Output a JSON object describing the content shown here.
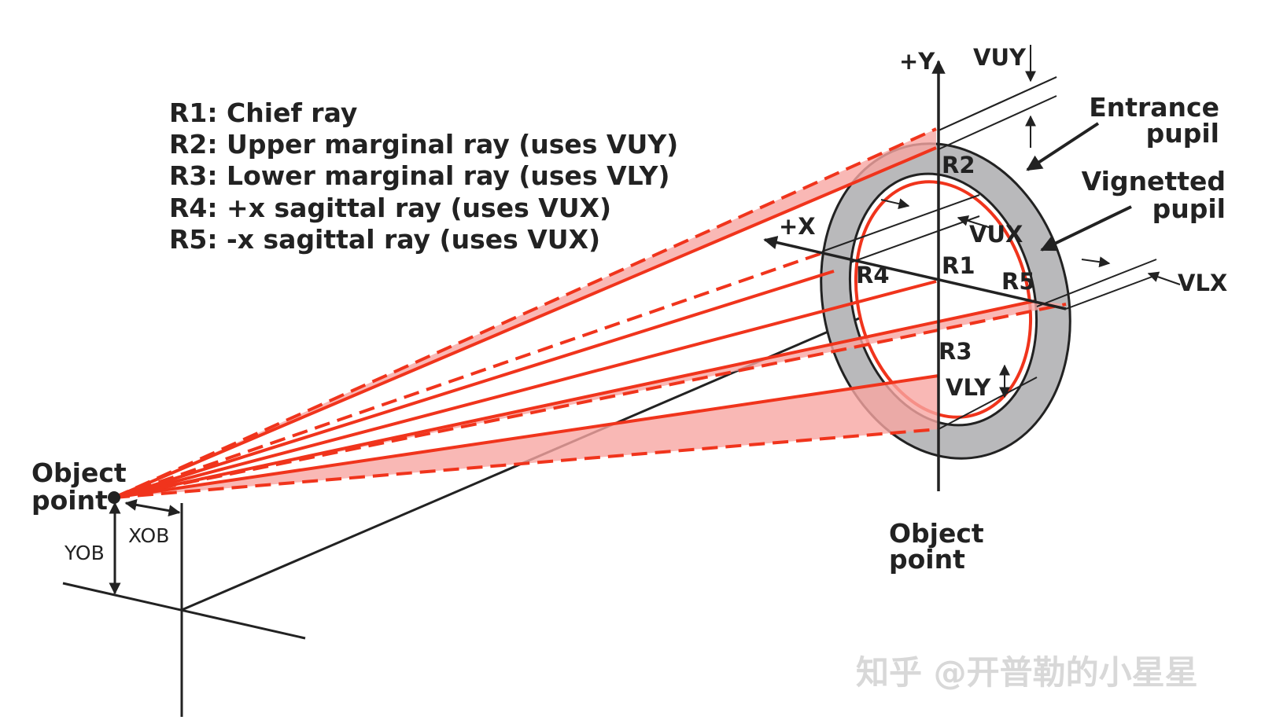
{
  "legend": [
    "R1: Chief ray",
    "R2: Upper marginal ray (uses VUY)",
    "R3: Lower marginal ray (uses VLY)",
    "R4: +x sagittal ray (uses VUX)",
    "R5: -x sagittal ray (uses VUX)"
  ],
  "labels": {
    "plus_y": "+Y",
    "plus_x": "+X",
    "vuy": "VUY",
    "vux": "VUX",
    "vlx": "VLX",
    "vly": "VLY",
    "entrance_pupil_line1": "Entrance",
    "entrance_pupil_line2": "pupil",
    "vignetted_pupil_line1": "Vignetted",
    "vignetted_pupil_line2": "pupil",
    "r1": "R1",
    "r2": "R2",
    "r3": "R3",
    "r4": "R4",
    "r5": "R5",
    "object_point_left_line1": "Object",
    "object_point_left_line2": "point",
    "object_point_right_line1": "Object",
    "object_point_right_line2": "point",
    "yob": "YOB",
    "xob": "XOB"
  },
  "watermark": "知乎 @开普勒的小星星",
  "colors": {
    "ray": "#f0341c",
    "ray_fill": "#f7a6a3",
    "pupil_ring": "#b9b9bb",
    "ink": "#222222"
  }
}
